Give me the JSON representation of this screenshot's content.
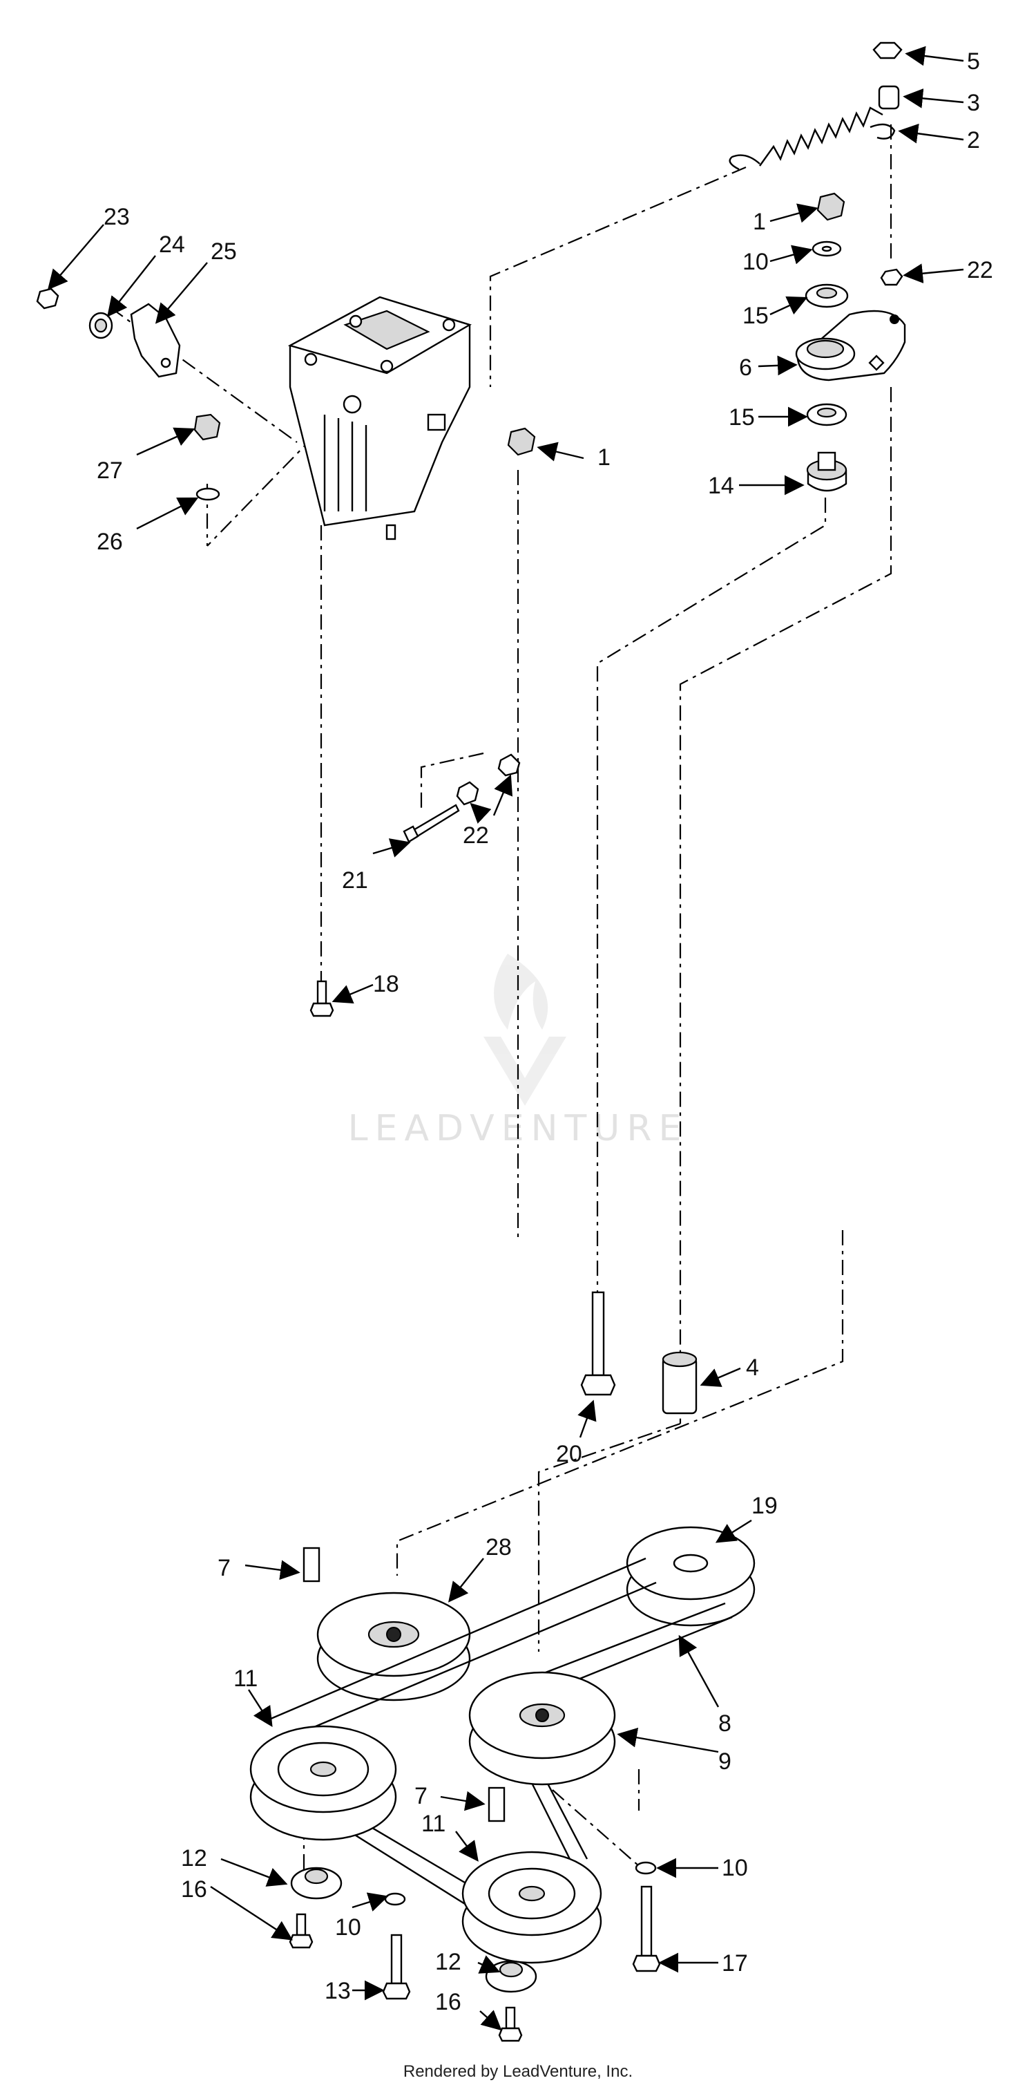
{
  "callouts": {
    "c1a": "1",
    "c1b": "1",
    "c2": "2",
    "c3": "3",
    "c4": "4",
    "c5": "5",
    "c6": "6",
    "c7a": "7",
    "c7b": "7",
    "c8": "8",
    "c9": "9",
    "c10a": "10",
    "c10b": "10",
    "c10c": "10",
    "c11a": "11",
    "c11b": "11",
    "c12a": "12",
    "c12b": "12",
    "c13": "13",
    "c14": "14",
    "c15a": "15",
    "c15b": "15",
    "c16a": "16",
    "c16b": "16",
    "c17": "17",
    "c18": "18",
    "c19": "19",
    "c20": "20",
    "c21": "21",
    "c22a": "22",
    "c22b": "22",
    "c23": "23",
    "c24": "24",
    "c25": "25",
    "c26": "26",
    "c27": "27",
    "c28": "28"
  },
  "watermark": "LEADVENTURE",
  "footer": "Rendered by LeadVenture, Inc."
}
